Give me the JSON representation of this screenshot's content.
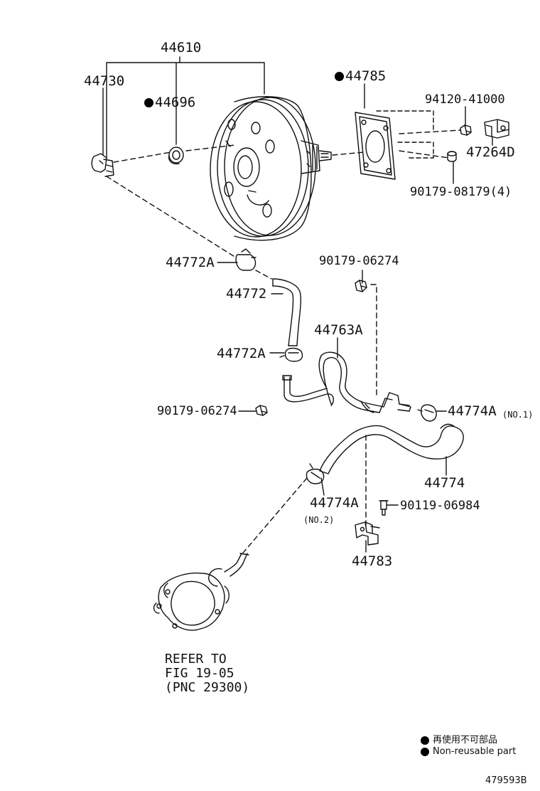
{
  "labels": {
    "p44610": "44610",
    "p44730": "44730",
    "p44696": "44696",
    "p44785": "44785",
    "p94120": "94120-41000",
    "p47264": "47264D",
    "p90179_08179": "90179-08179(4)",
    "p44772A_top": "44772A",
    "p44772": "44772",
    "p90179_06274_top": "90179-06274",
    "p44763A": "44763A",
    "p44772A_bot": "44772A",
    "p90179_06274_left": "90179-06274",
    "p44774A_no1": "44774A",
    "no1": "(NO.1)",
    "p44774": "44774",
    "p44774A_no2": "44774A",
    "no2": "(NO.2)",
    "p90119": "90119-06984",
    "p44783": "44783"
  },
  "refer": {
    "line1": "REFER TO",
    "line2": "FIG 19-05",
    "line3": "(PNC 29300)"
  },
  "legend": {
    "jp": "再使用不可部品",
    "en": "Non-reusable part"
  },
  "figure_id": "479593B"
}
